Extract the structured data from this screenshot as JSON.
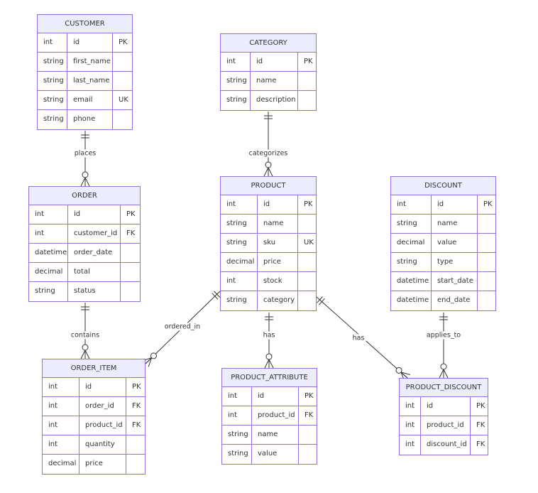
{
  "colors": {
    "border": "#9370DB",
    "header_fill": "#ECECFF",
    "line": "#333333"
  },
  "entities": [
    {
      "id": "customer",
      "name": "CUSTOMER",
      "attributes": [
        {
          "type": "int",
          "name": "id",
          "key": "PK"
        },
        {
          "type": "string",
          "name": "first_name",
          "key": ""
        },
        {
          "type": "string",
          "name": "last_name",
          "key": ""
        },
        {
          "type": "string",
          "name": "email",
          "key": "UK"
        },
        {
          "type": "string",
          "name": "phone",
          "key": ""
        }
      ]
    },
    {
      "id": "category",
      "name": "CATEGORY",
      "attributes": [
        {
          "type": "int",
          "name": "id",
          "key": "PK"
        },
        {
          "type": "string",
          "name": "name",
          "key": ""
        },
        {
          "type": "string",
          "name": "description",
          "key": ""
        }
      ]
    },
    {
      "id": "order",
      "name": "ORDER",
      "attributes": [
        {
          "type": "int",
          "name": "id",
          "key": "PK"
        },
        {
          "type": "int",
          "name": "customer_id",
          "key": "FK"
        },
        {
          "type": "datetime",
          "name": "order_date",
          "key": ""
        },
        {
          "type": "decimal",
          "name": "total",
          "key": ""
        },
        {
          "type": "string",
          "name": "status",
          "key": ""
        }
      ]
    },
    {
      "id": "product",
      "name": "PRODUCT",
      "attributes": [
        {
          "type": "int",
          "name": "id",
          "key": "PK"
        },
        {
          "type": "string",
          "name": "name",
          "key": ""
        },
        {
          "type": "string",
          "name": "sku",
          "key": "UK"
        },
        {
          "type": "decimal",
          "name": "price",
          "key": ""
        },
        {
          "type": "int",
          "name": "stock",
          "key": ""
        },
        {
          "type": "string",
          "name": "category",
          "key": ""
        }
      ]
    },
    {
      "id": "discount",
      "name": "DISCOUNT",
      "attributes": [
        {
          "type": "int",
          "name": "id",
          "key": "PK"
        },
        {
          "type": "string",
          "name": "name",
          "key": ""
        },
        {
          "type": "decimal",
          "name": "value",
          "key": ""
        },
        {
          "type": "string",
          "name": "type",
          "key": ""
        },
        {
          "type": "datetime",
          "name": "start_date",
          "key": ""
        },
        {
          "type": "datetime",
          "name": "end_date",
          "key": ""
        }
      ]
    },
    {
      "id": "order_item",
      "name": "ORDER_ITEM",
      "attributes": [
        {
          "type": "int",
          "name": "id",
          "key": "PK"
        },
        {
          "type": "int",
          "name": "order_id",
          "key": "FK"
        },
        {
          "type": "int",
          "name": "product_id",
          "key": "FK"
        },
        {
          "type": "int",
          "name": "quantity",
          "key": ""
        },
        {
          "type": "decimal",
          "name": "price",
          "key": ""
        }
      ]
    },
    {
      "id": "product_attribute",
      "name": "PRODUCT_ATTRIBUTE",
      "attributes": [
        {
          "type": "int",
          "name": "id",
          "key": "PK"
        },
        {
          "type": "int",
          "name": "product_id",
          "key": "FK"
        },
        {
          "type": "string",
          "name": "name",
          "key": ""
        },
        {
          "type": "string",
          "name": "value",
          "key": ""
        }
      ]
    },
    {
      "id": "product_discount",
      "name": "PRODUCT_DISCOUNT",
      "attributes": [
        {
          "type": "int",
          "name": "id",
          "key": "PK"
        },
        {
          "type": "int",
          "name": "product_id",
          "key": "FK"
        },
        {
          "type": "int",
          "name": "discount_id",
          "key": "FK"
        }
      ]
    }
  ],
  "relationships": [
    {
      "id": "places",
      "label": "places",
      "from": "customer",
      "to": "order",
      "from_card": "one",
      "to_card": "many"
    },
    {
      "id": "categorizes",
      "label": "categorizes",
      "from": "category",
      "to": "product",
      "from_card": "one",
      "to_card": "many"
    },
    {
      "id": "contains",
      "label": "contains",
      "from": "order",
      "to": "order_item",
      "from_card": "one",
      "to_card": "many"
    },
    {
      "id": "ordered_in",
      "label": "ordered_in",
      "from": "product",
      "to": "order_item",
      "from_card": "one",
      "to_card": "many"
    },
    {
      "id": "has_attr",
      "label": "has",
      "from": "product",
      "to": "product_attribute",
      "from_card": "one",
      "to_card": "many"
    },
    {
      "id": "has_disc",
      "label": "has",
      "from": "product",
      "to": "product_discount",
      "from_card": "one",
      "to_card": "many"
    },
    {
      "id": "applies_to",
      "label": "applies_to",
      "from": "discount",
      "to": "product_discount",
      "from_card": "one",
      "to_card": "many"
    }
  ]
}
